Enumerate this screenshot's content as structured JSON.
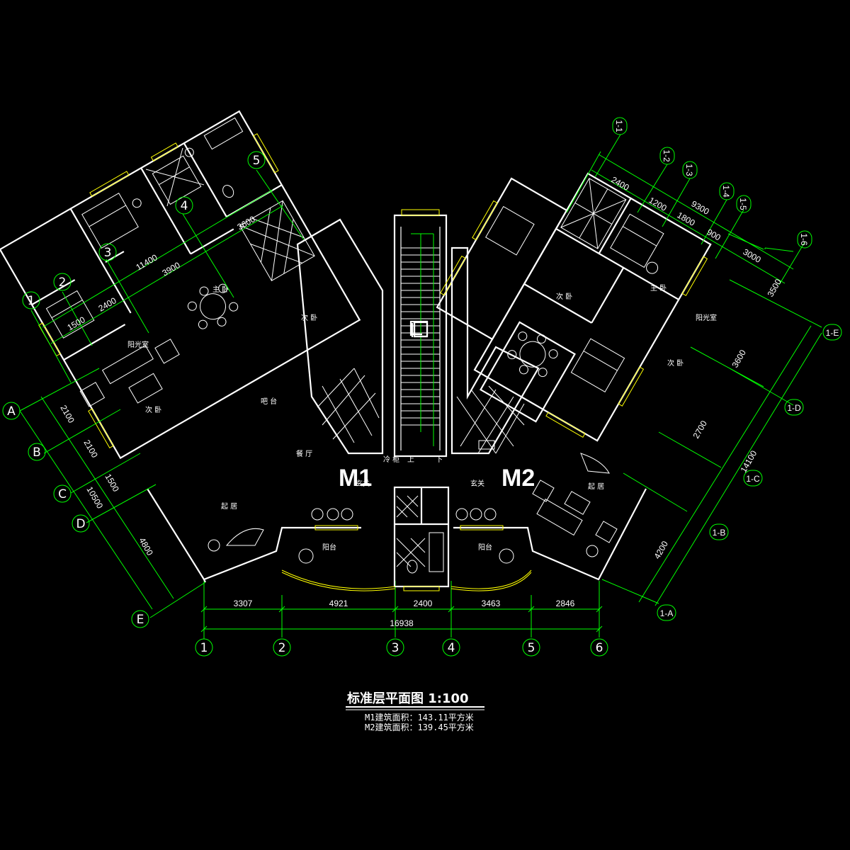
{
  "drawing": {
    "title": "标准层平面图 1:100",
    "area_m1": "M1建筑面积：143.11平方米",
    "area_m2": "M2建筑面积：139.45平方米",
    "unit_m1": "M1",
    "unit_m2": "M2"
  },
  "bottom_axes": [
    "1",
    "2",
    "3",
    "4",
    "5",
    "6"
  ],
  "bottom_dims": [
    "3307",
    "4921",
    "2400",
    "3463",
    "2846"
  ],
  "bottom_total": "16938",
  "left_wing": {
    "axes_top": [
      "1",
      "2",
      "3",
      "4",
      "5"
    ],
    "dims_top": [
      "1500",
      "2400",
      "3900",
      "3600"
    ],
    "total_top": "11400",
    "axes_side": [
      "A",
      "B",
      "C",
      "D",
      "E"
    ],
    "dims_side": [
      "2100",
      "2100",
      "1500",
      "4800"
    ],
    "total_side": "10500"
  },
  "right_wing": {
    "axes_top": [
      "1-1",
      "1-2",
      "1-3",
      "1-4",
      "1-5",
      "1-6"
    ],
    "dims_top": [
      "2400",
      "1200",
      "1800",
      "900",
      "3000"
    ],
    "total_top": "9300",
    "axes_side": [
      "1-E",
      "1-D",
      "1-C",
      "1-B",
      "1-A"
    ],
    "dims_side": [
      "3500",
      "3600",
      "2700",
      "4200"
    ],
    "total_side": "14100"
  },
  "rooms": {
    "master_bed_l": "主 卧",
    "second_bed_l1": "次 卧",
    "second_bed_l2": "次 卧",
    "sunroom_l": "阳光室",
    "living_l": "起 居",
    "dining_l": "餐 厅",
    "bar_l": "吧 台",
    "foyer_l": "玄关",
    "balcony_l": "阳台",
    "master_bed_r": "主 卧",
    "second_bed_r1": "次 卧",
    "second_bed_r2": "次 卧",
    "sunroom_r": "阳光室",
    "living_r": "起 居",
    "foyer_r": "玄关",
    "balcony_r": "阳台",
    "stair_up": "上",
    "stair_down": "下",
    "shaft": "冷 柜"
  },
  "colors": {
    "background": "#000000",
    "walls": "#ffffff",
    "dimensions": "#00ff00",
    "windows": "#ffff00"
  }
}
